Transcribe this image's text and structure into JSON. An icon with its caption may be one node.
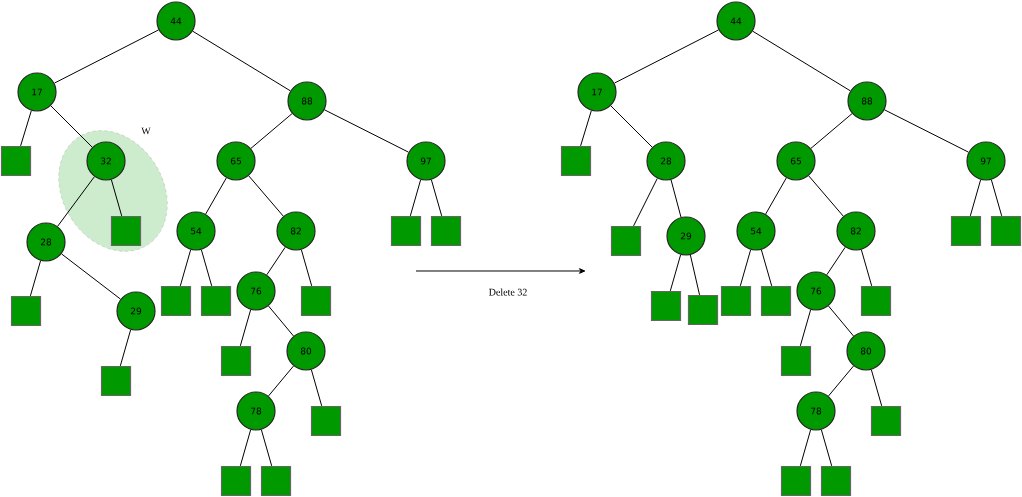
{
  "diagram": {
    "nodes": [
      {
        "text": [
          "44"
        ]
      },
      {
        "text": [
          "17"
        ]
      },
      {
        "text": [
          "88"
        ]
      },
      {
        "text": [
          "W"
        ]
      },
      {
        "text": [],
        "shape": "box"
      },
      {
        "text": [
          "32"
        ],
        "in": 3
      },
      {
        "text": [
          "65"
        ]
      },
      {
        "text": [
          "97"
        ]
      },
      {
        "text": [
          "28"
        ]
      },
      {
        "text": [],
        "shape": "box",
        "in": 3
      },
      {
        "text": [
          "54"
        ]
      },
      {
        "text": [
          "82"
        ]
      },
      {
        "text": [],
        "shape": "box"
      },
      {
        "text": [],
        "shape": "box"
      },
      {
        "text": [],
        "shape": "box"
      },
      {
        "text": [
          "29"
        ]
      },
      {
        "text": [],
        "shape": "box"
      },
      {
        "text": [],
        "shape": "box"
      },
      {
        "text": [
          "76"
        ]
      },
      {
        "text": [],
        "shape": "box"
      },
      {
        "text": [],
        "shape": "box"
      },
      {
        "text": [],
        "shape": "box"
      },
      {
        "text": [
          "80"
        ]
      },
      {
        "text": [
          "78"
        ]
      },
      {
        "text": [],
        "shape": "box"
      },
      {
        "text": [],
        "shape": "box"
      },
      {
        "text": [],
        "shape": "box"
      },
      {
        "text": [
          "44"
        ]
      },
      {
        "text": [
          "17"
        ]
      },
      {
        "text": [
          "88"
        ]
      },
      {
        "text": [],
        "shape": "box"
      },
      {
        "text": [
          "28"
        ]
      },
      {
        "text": [
          "65"
        ]
      },
      {
        "text": [
          "97"
        ]
      },
      {
        "text": [],
        "shape": "box"
      },
      {
        "text": [
          "29"
        ]
      },
      {
        "text": [
          "54"
        ]
      },
      {
        "text": [
          "82"
        ]
      },
      {
        "text": [],
        "shape": "box"
      },
      {
        "text": [],
        "shape": "box"
      },
      {
        "text": [],
        "shape": "box"
      },
      {
        "text": [],
        "shape": "box"
      },
      {
        "text": [],
        "shape": "box"
      },
      {
        "text": [],
        "shape": "box"
      },
      {
        "text": [
          "76"
        ]
      },
      {
        "text": [],
        "shape": "box"
      },
      {
        "text": [],
        "shape": "box"
      },
      {
        "text": [
          "80"
        ]
      },
      {
        "text": [
          "78"
        ]
      },
      {
        "text": [],
        "shape": "box"
      },
      {
        "text": [],
        "shape": "box"
      },
      {
        "text": [],
        "shape": "box"
      }
    ],
    "edges": [
      {
        "from": 0,
        "to": 1,
        "arrow": "none"
      },
      {
        "from": 0,
        "to": 2,
        "arrow": "none"
      },
      {
        "from": 1,
        "to": 4,
        "arrow": "none"
      },
      {
        "from": 1,
        "to": 5,
        "arrow": "none"
      },
      {
        "from": 5,
        "to": 8,
        "arrow": "none"
      },
      {
        "from": 5,
        "to": 9,
        "arrow": "none"
      },
      {
        "from": 8,
        "to": 14,
        "arrow": "none"
      },
      {
        "from": 8,
        "to": 15,
        "arrow": "none"
      },
      {
        "from": 15,
        "to": 20,
        "arrow": "none"
      },
      {
        "from": 2,
        "to": 6,
        "arrow": "none"
      },
      {
        "from": 2,
        "to": 7,
        "arrow": "none"
      },
      {
        "from": 6,
        "to": 10,
        "arrow": "none"
      },
      {
        "from": 6,
        "to": 11,
        "arrow": "none"
      },
      {
        "from": 10,
        "to": 16,
        "arrow": "none"
      },
      {
        "from": 10,
        "to": 17,
        "arrow": "none"
      },
      {
        "from": 11,
        "to": 18,
        "arrow": "none"
      },
      {
        "from": 11,
        "to": 19,
        "arrow": "none"
      },
      {
        "from": 18,
        "to": 21,
        "arrow": "none"
      },
      {
        "from": 18,
        "to": 22,
        "arrow": "none"
      },
      {
        "from": 22,
        "to": 23,
        "arrow": "none"
      },
      {
        "from": 22,
        "to": 24,
        "arrow": "none"
      },
      {
        "from": 23,
        "to": 25,
        "arrow": "none"
      },
      {
        "from": 23,
        "to": 26,
        "arrow": "none"
      },
      {
        "from": 7,
        "to": 12,
        "arrow": "none"
      },
      {
        "from": 7,
        "to": 13,
        "arrow": "none"
      },
      {
        "from": 27,
        "to": 28,
        "arrow": "none"
      },
      {
        "from": 27,
        "to": 29,
        "arrow": "none"
      },
      {
        "from": 28,
        "to": 30,
        "arrow": "none"
      },
      {
        "from": 28,
        "to": 31,
        "arrow": "none"
      },
      {
        "from": 31,
        "to": 34,
        "arrow": "none"
      },
      {
        "from": 31,
        "to": 35,
        "arrow": "none"
      },
      {
        "from": 35,
        "to": 40,
        "arrow": "none"
      },
      {
        "from": 35,
        "to": 41,
        "arrow": "none"
      },
      {
        "from": 29,
        "to": 32,
        "arrow": "none"
      },
      {
        "from": 29,
        "to": 33,
        "arrow": "none"
      },
      {
        "from": 32,
        "to": 36,
        "arrow": "none"
      },
      {
        "from": 32,
        "to": 37,
        "arrow": "none"
      },
      {
        "from": 36,
        "to": 42,
        "arrow": "none"
      },
      {
        "from": 36,
        "to": 43,
        "arrow": "none"
      },
      {
        "from": 37,
        "to": 44,
        "arrow": "none"
      },
      {
        "from": 37,
        "to": 45,
        "arrow": "none"
      },
      {
        "from": 44,
        "to": 46,
        "arrow": "none"
      },
      {
        "from": 44,
        "to": 47,
        "arrow": "none"
      },
      {
        "from": 47,
        "to": 48,
        "arrow": "none"
      },
      {
        "from": 47,
        "to": 49,
        "arrow": "none"
      },
      {
        "from": 48,
        "to": 50,
        "arrow": "none"
      },
      {
        "from": 48,
        "to": 51,
        "arrow": "none"
      },
      {
        "from": 33,
        "to": 38,
        "arrow": "none"
      },
      {
        "from": 33,
        "to": 39,
        "arrow": "none"
      }
    ],
    "labels": [
      "Delete 32"
    ]
  }
}
